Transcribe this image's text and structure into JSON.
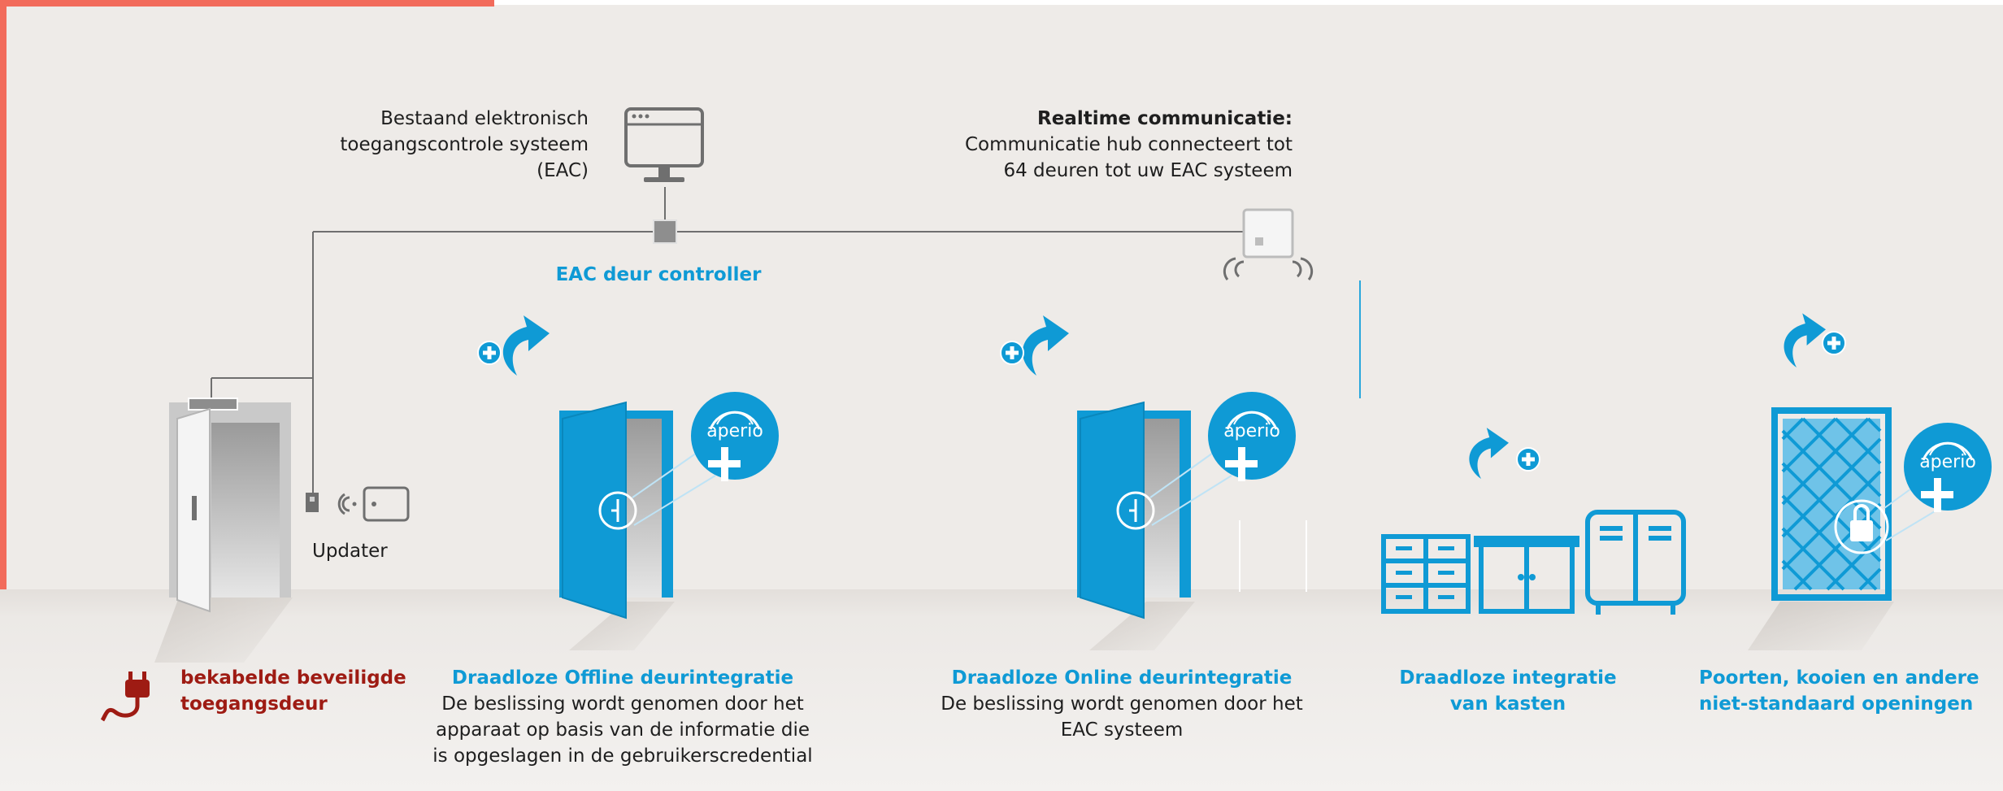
{
  "colors": {
    "accent_blue": "#0f9ad5",
    "wired_red": "#9e1b13",
    "frame_coral": "#f26b5b",
    "background": "#eeebe8",
    "device_grey": "#6f6f6f"
  },
  "top_system": {
    "eac_system_lines": [
      "Bestaand elektronisch",
      "toegangscontrole systeem",
      "(EAC)"
    ],
    "realtime_title": "Realtime communicatie:",
    "realtime_lines": [
      "Communicatie hub connecteert tot",
      "64 deuren tot uw EAC systeem"
    ],
    "eac_controller_label": "EAC deur controller"
  },
  "updater_label": "Updater",
  "brand": "aperio",
  "sections": [
    {
      "id": "wired",
      "title_lines": [
        "bekabelde beveiligde",
        "toegangsdeur"
      ],
      "desc_lines": [],
      "icon": "plug-icon"
    },
    {
      "id": "offline",
      "title_lines": [
        "Draadloze Offline deurintegratie"
      ],
      "desc_lines": [
        "De beslissing wordt genomen door het",
        "apparaat op basis van de informatie die",
        "is opgeslagen in de gebruikerscredential"
      ]
    },
    {
      "id": "online",
      "title_lines": [
        "Draadloze Online deurintegratie"
      ],
      "desc_lines": [
        "De beslissing wordt genomen door het",
        "EAC systeem"
      ]
    },
    {
      "id": "cabinets",
      "title_lines": [
        "Draadloze integratie",
        "van kasten"
      ],
      "desc_lines": []
    },
    {
      "id": "gates",
      "title_lines": [
        "Poorten, kooien en andere",
        "niet-standaard openingen"
      ],
      "desc_lines": []
    }
  ],
  "icons": [
    "monitor-icon",
    "hub-icon",
    "controller-icon",
    "reader-icon",
    "credential-card-icon",
    "wireless-signal-icon",
    "upgrade-arrow-icon",
    "plus-icon",
    "aperio-badge-icon",
    "cabinet-icon",
    "locker-icon",
    "gate-icon",
    "padlock-icon",
    "door-icon"
  ]
}
